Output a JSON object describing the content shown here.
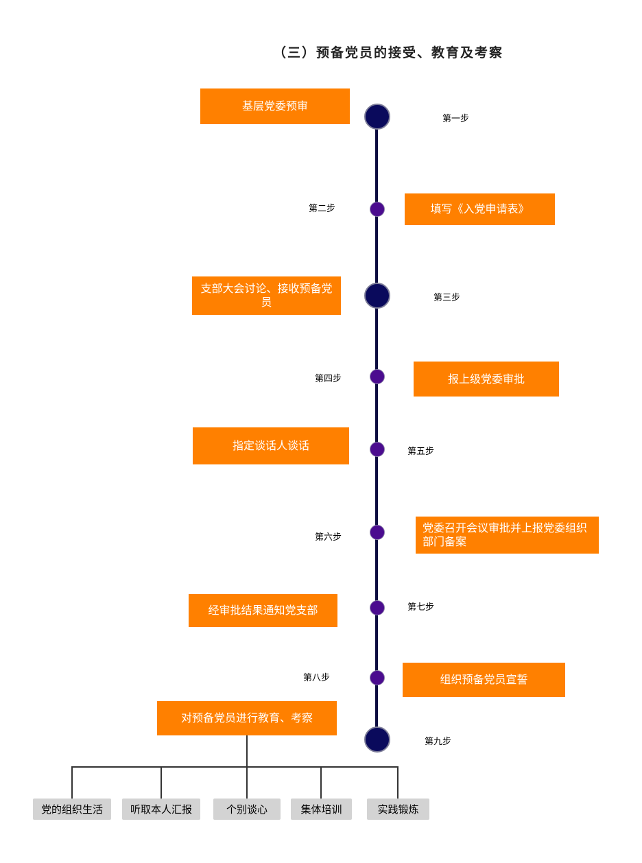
{
  "title": "（三）预备党员的接受、教育及考察",
  "steps": [
    {
      "label": "第一步",
      "text": "基层党委预审"
    },
    {
      "label": "第二步",
      "text": "填写《入党申请表》"
    },
    {
      "label": "第三步",
      "text": "支部大会讨论、接收预备党员"
    },
    {
      "label": "第四步",
      "text": "报上级党委审批"
    },
    {
      "label": "第五步",
      "text": "指定谈话人谈话"
    },
    {
      "label": "第六步",
      "text": "党委召开会议审批并上报党委组织部门备案"
    },
    {
      "label": "第七步",
      "text": "经审批结果通知党支部"
    },
    {
      "label": "第八步",
      "text": "组织预备党员宣誓"
    },
    {
      "label": "第九步",
      "text": "对预备党员进行教育、考察"
    }
  ],
  "branches": [
    "党的组织生活",
    "听取本人汇报",
    "个别谈心",
    "集体培训",
    "实践锻炼"
  ],
  "colors": {
    "box": "#ff8000",
    "big_node": "#0a0a5c",
    "small_node": "#4b0c8f",
    "line": "#0d0d40",
    "leaf": "#d3d3d3"
  }
}
